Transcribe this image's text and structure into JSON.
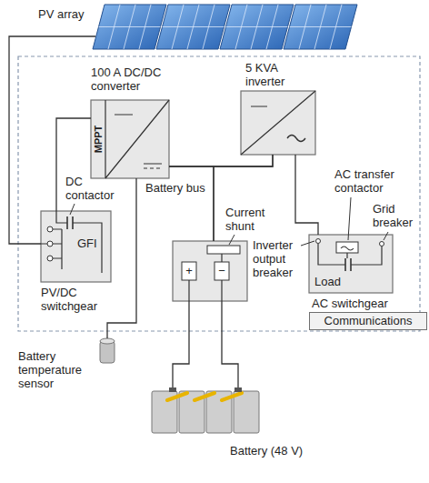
{
  "diagram": {
    "nodes": [
      {
        "text": [
          "PV array"
        ]
      },
      {
        "text": [
          "100 A DC/DC converter",
          "MPPT"
        ]
      },
      {
        "text": [
          "5 KVA inverter"
        ]
      },
      {
        "text": [
          "GFI",
          "PV/DC switchgear"
        ]
      },
      {
        "text": [
          "+",
          "−"
        ]
      },
      {
        "text": [
          "Load",
          "AC switchgear"
        ]
      },
      {
        "text": [
          "Communications"
        ]
      },
      {
        "text": [
          "Battery temperature sensor"
        ]
      },
      {
        "text": [
          "Battery (48 V)"
        ]
      }
    ],
    "edges": [
      {
        "from": 0,
        "to": 3,
        "arrow": "none"
      },
      {
        "from": 3,
        "to": 1,
        "arrow": "none"
      },
      {
        "from": 1,
        "to": 2,
        "arrow": "none"
      },
      {
        "from": 1,
        "to": 4,
        "arrow": "none"
      },
      {
        "from": 2,
        "to": 4,
        "arrow": "none"
      },
      {
        "from": 2,
        "to": 5,
        "arrow": "none"
      },
      {
        "from": 1,
        "to": 7,
        "arrow": "none"
      },
      {
        "from": 4,
        "to": 8,
        "arrow": "none"
      },
      {
        "from": 4,
        "to": 8,
        "arrow": "none"
      }
    ],
    "labels": [
      "Battery bus",
      "DC contactor",
      "Current shunt",
      "AC transfer contactor",
      "Grid breaker",
      "Inverter output breaker"
    ]
  }
}
